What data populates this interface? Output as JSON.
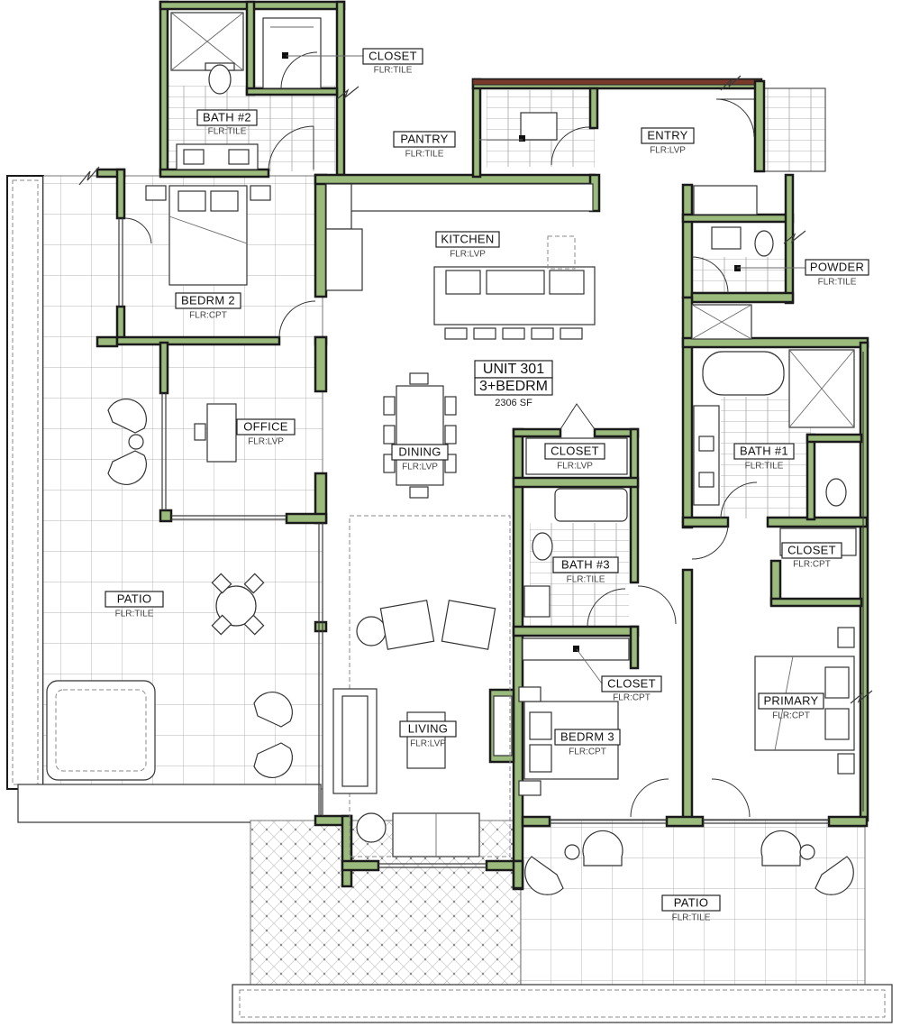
{
  "unit": {
    "title": "UNIT 301",
    "type": "3+BEDRM",
    "area": "2306 SF"
  },
  "rooms": [
    {
      "id": "closet_top",
      "name": "CLOSET",
      "floor": "FLR:TILE"
    },
    {
      "id": "bath2",
      "name": "BATH #2",
      "floor": "FLR:TILE"
    },
    {
      "id": "pantry",
      "name": "PANTRY",
      "floor": "FLR:TILE"
    },
    {
      "id": "entry",
      "name": "ENTRY",
      "floor": "FLR:LVP"
    },
    {
      "id": "kitchen",
      "name": "KITCHEN",
      "floor": "FLR:LVP"
    },
    {
      "id": "powder",
      "name": "POWDER",
      "floor": "FLR:TILE"
    },
    {
      "id": "bedrm2",
      "name": "BEDRM 2",
      "floor": "FLR:CPT"
    },
    {
      "id": "office",
      "name": "OFFICE",
      "floor": "FLR:LVP"
    },
    {
      "id": "dining",
      "name": "DINING",
      "floor": "FLR:LVP"
    },
    {
      "id": "closet_mid",
      "name": "CLOSET",
      "floor": "FLR:LVP"
    },
    {
      "id": "bath1",
      "name": "BATH #1",
      "floor": "FLR:TILE"
    },
    {
      "id": "closet_primary",
      "name": "CLOSET",
      "floor": "FLR:CPT"
    },
    {
      "id": "bath3",
      "name": "BATH #3",
      "floor": "FLR:TILE"
    },
    {
      "id": "patio_west",
      "name": "PATIO",
      "floor": "FLR:TILE"
    },
    {
      "id": "closet_bed3",
      "name": "CLOSET",
      "floor": "FLR:CPT"
    },
    {
      "id": "primary",
      "name": "PRIMARY",
      "floor": "FLR:CPT"
    },
    {
      "id": "living",
      "name": "LIVING",
      "floor": "FLR:LVP"
    },
    {
      "id": "bedrm3",
      "name": "BEDRM 3",
      "floor": "FLR:CPT"
    },
    {
      "id": "patio_south",
      "name": "PATIO",
      "floor": "FLR:TILE"
    }
  ],
  "colors": {
    "wall": "#9bbb7c",
    "outline": "#1a1a1a",
    "background": "#ffffff"
  }
}
